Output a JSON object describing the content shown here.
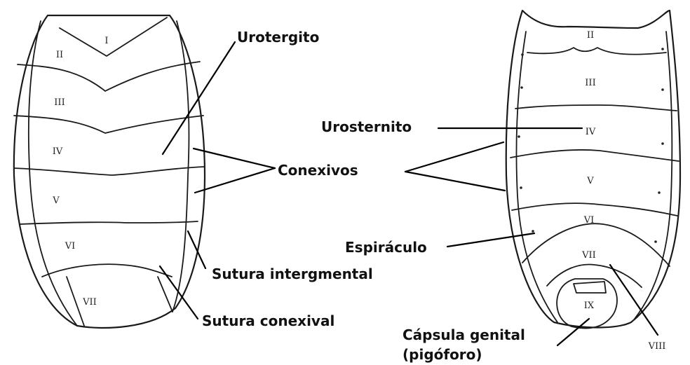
{
  "dorsal_view": {
    "segments": [
      "I",
      "II",
      "III",
      "IV",
      "V",
      "VI",
      "VII"
    ]
  },
  "ventral_view": {
    "segments": [
      "II",
      "III",
      "IV",
      "V",
      "VI",
      "VII",
      "VIII",
      "IX"
    ]
  },
  "callouts": {
    "urotergito": "Urotergito",
    "urosternito": "Urosternito",
    "conexivos": "Conexivos",
    "espiraculo": "Espiráculo",
    "sutura_intersegmental": "Sutura intergmental",
    "sutura_conexival": "Sutura conexival",
    "capsula_genital_line1": "Cápsula genital",
    "capsula_genital_line2": "(pigóforo)"
  }
}
